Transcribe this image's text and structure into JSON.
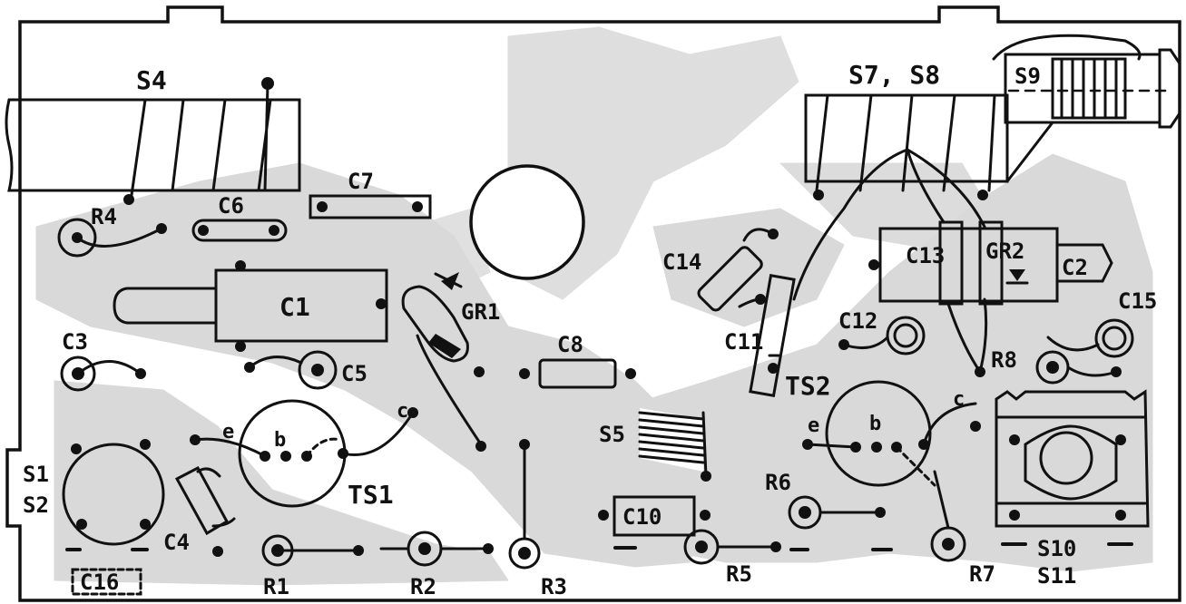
{
  "components": {
    "S4": "S4",
    "S7S8": "S7, S8",
    "S9": "S9",
    "C1": "C1",
    "C2": "C2",
    "C3": "C3",
    "C4": "C4",
    "C5": "C5",
    "C6": "C6",
    "C7": "C7",
    "C8": "C8",
    "C10": "C10",
    "C11": "C11",
    "C12": "C12",
    "C13": "C13",
    "C14": "C14",
    "C15": "C15",
    "C16": "C16",
    "GR1": "GR1",
    "GR2": "GR2",
    "R1": "R1",
    "R2": "R2",
    "R3": "R3",
    "R4": "R4",
    "R5": "R5",
    "R6": "R6",
    "R7": "R7",
    "R8": "R8",
    "S1": "S1",
    "S2": "S2",
    "S5": "S5",
    "S10": "S10",
    "S11": "S11",
    "TS1": "TS1",
    "TS2": "TS2"
  },
  "pins": {
    "e": "e",
    "b": "b",
    "c": "c"
  },
  "colors": {
    "ink": "#111111",
    "copper": "#d9d9d9",
    "board": "#ffffff"
  }
}
